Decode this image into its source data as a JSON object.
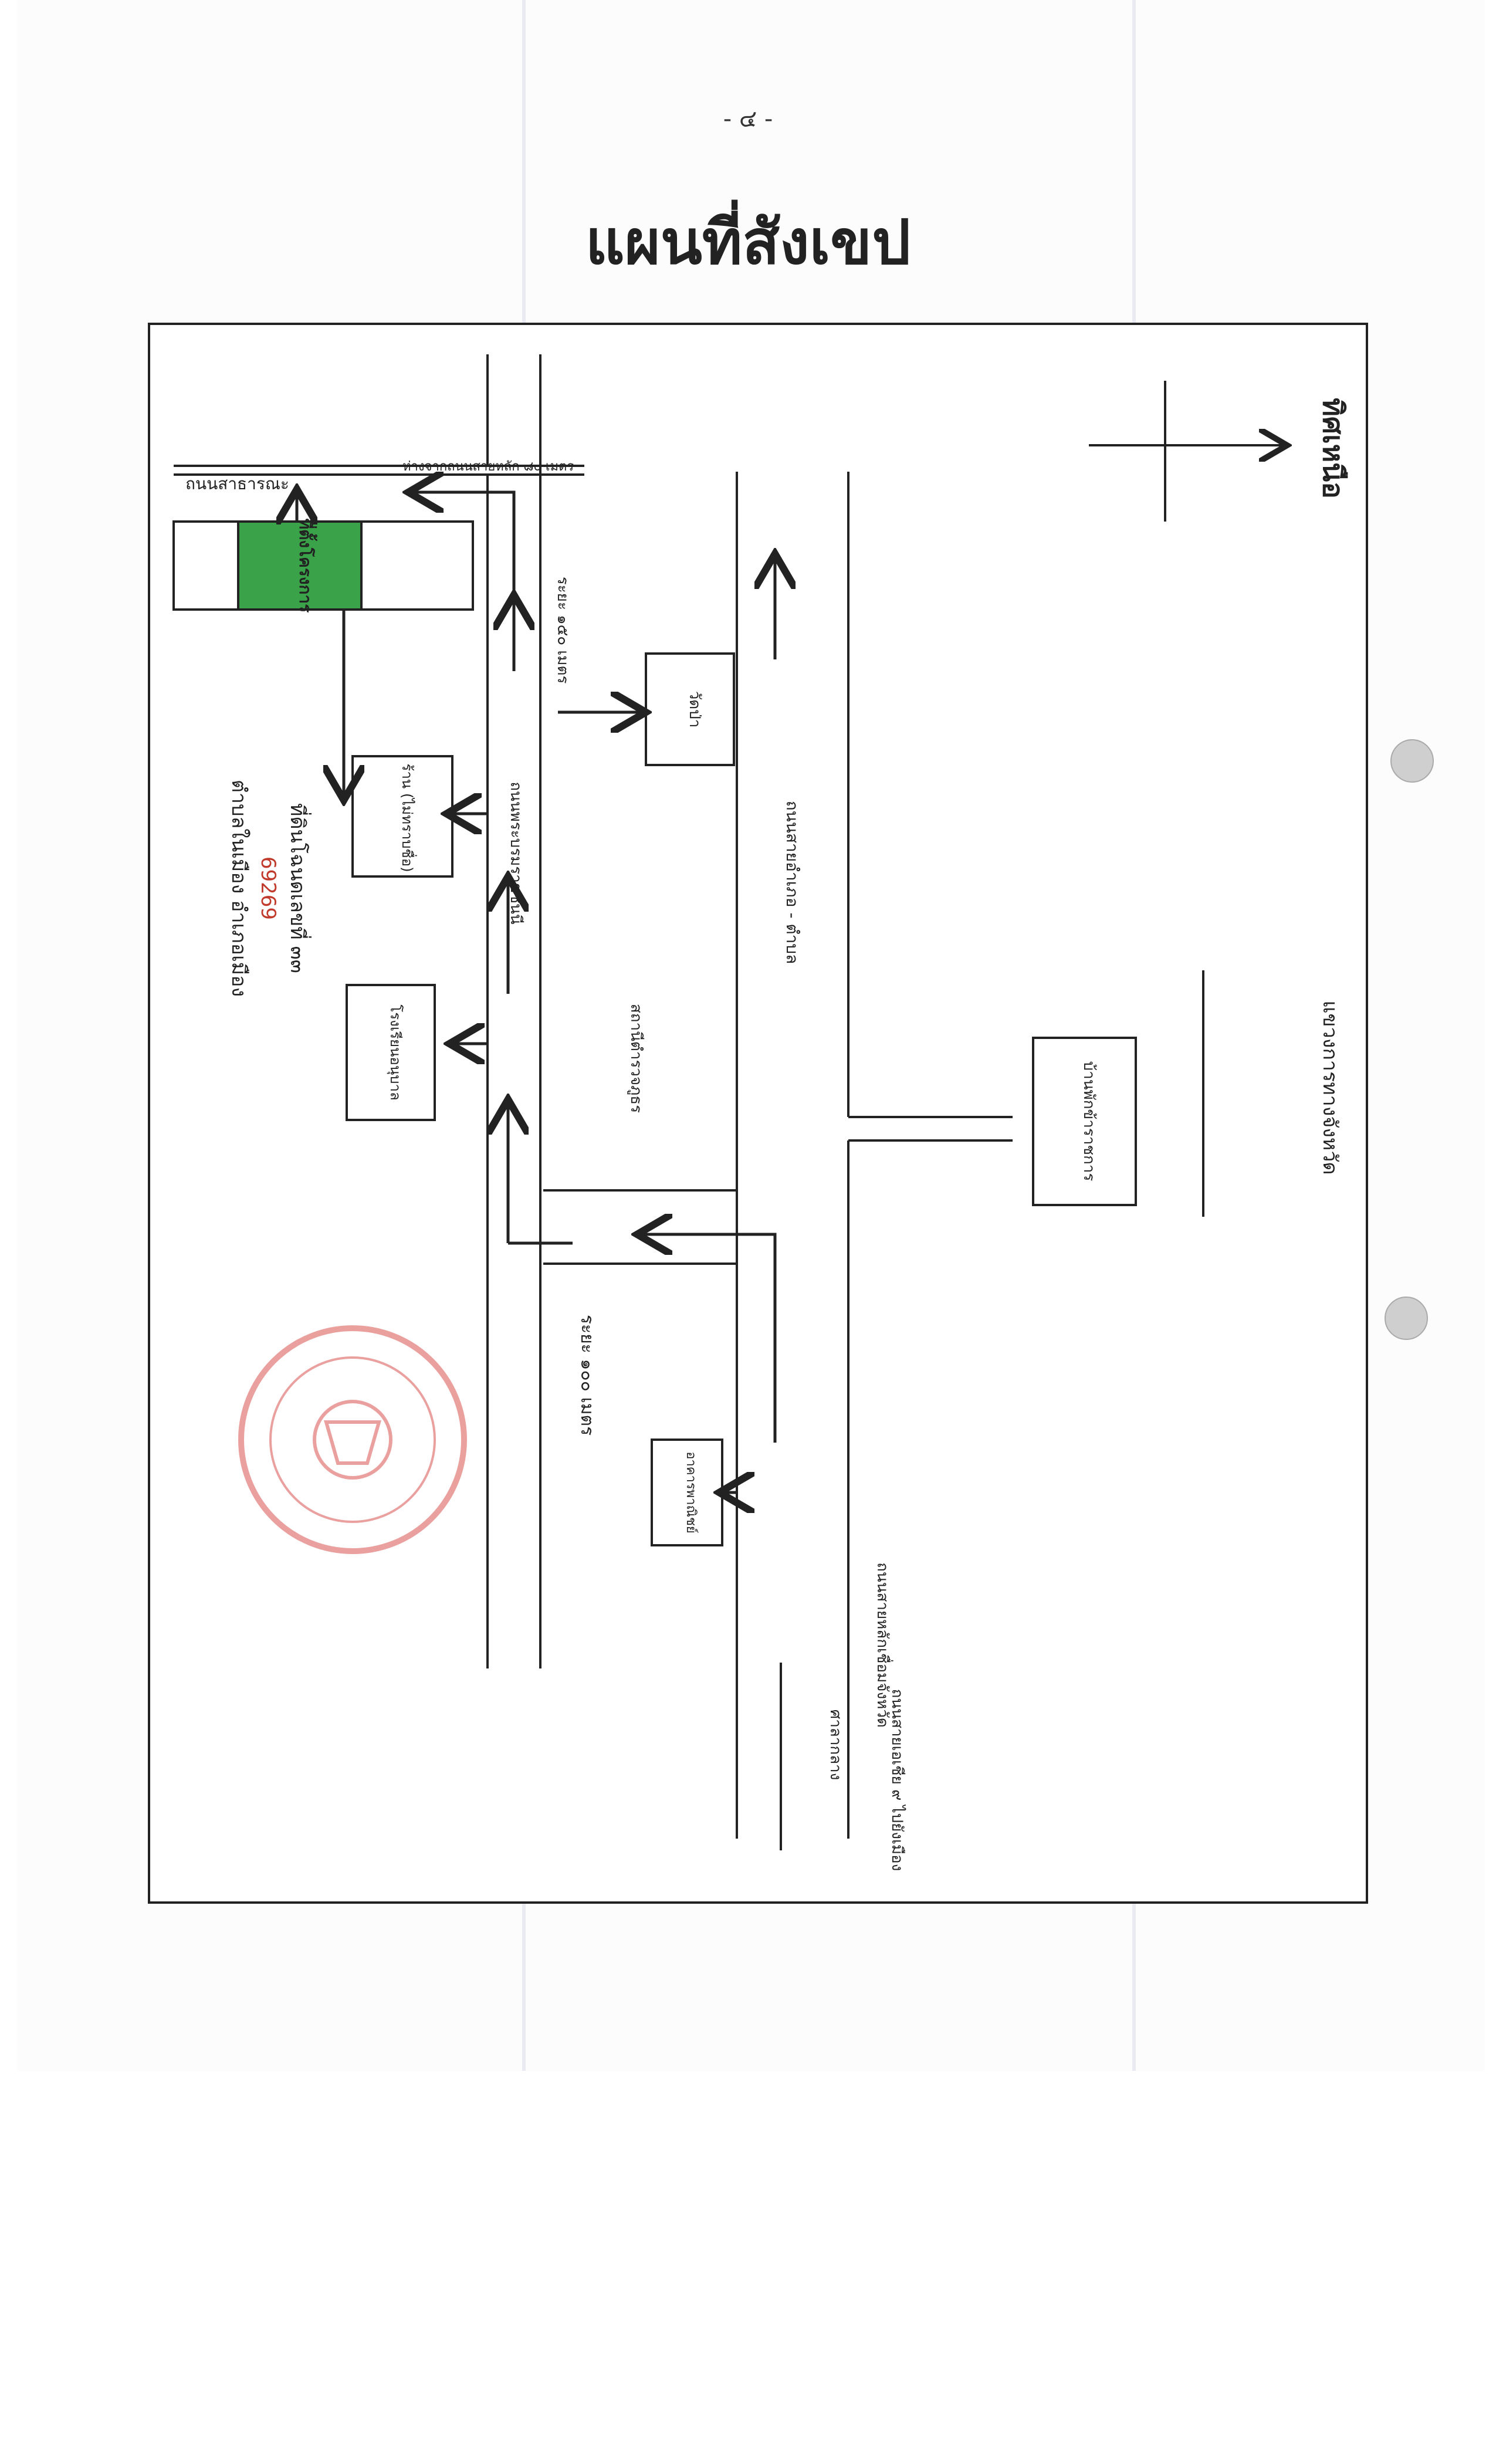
{
  "page": {
    "number": "- ๔ -",
    "title": "แผนที่สังเขป"
  },
  "map": {
    "north_label": "ทิศเหนือ",
    "labels": {
      "top_road": "ถนนสาธารณะ",
      "top_distance": "ห่างจากถนนสายหลัก ๘๐ เมตร",
      "distance_150": "ระยะ ๑๕๐ เมตร",
      "distance_100": "ระยะ ๑๐๐ เมตร",
      "green_plot": "ที่ตั้งโครงการ",
      "plot_desc_1": "ที่ดินโฉนดเลขที่ ๓๓",
      "plot_desc_red": "69269",
      "plot_desc_2": "ตำบลในเมือง อำเภอเมือง",
      "building_a": "ร้าน (ไม่ทราบชื่อ)",
      "building_b": "โรงเรียนอนุบาล",
      "building_c": "วัดป่า",
      "building_d": "อาคารพาณิชย์",
      "building_e": "บ้านพักข้าราชการ",
      "building_f": "สถานีตำรวจภูธร",
      "building_g": "ศาลากลาง",
      "road_main": "ถนนพระบรมราชชนนี",
      "road_side": "ถนนสายอำเภอ - ตำบล",
      "road_bottom_right": "ถนนสายหลักเชื่อมจังหวัด",
      "road_far_right": "ถนนสายเอเชีย ๙ ไปยังเมือง",
      "right_label": "แขวงการทางจังหวัด"
    }
  }
}
